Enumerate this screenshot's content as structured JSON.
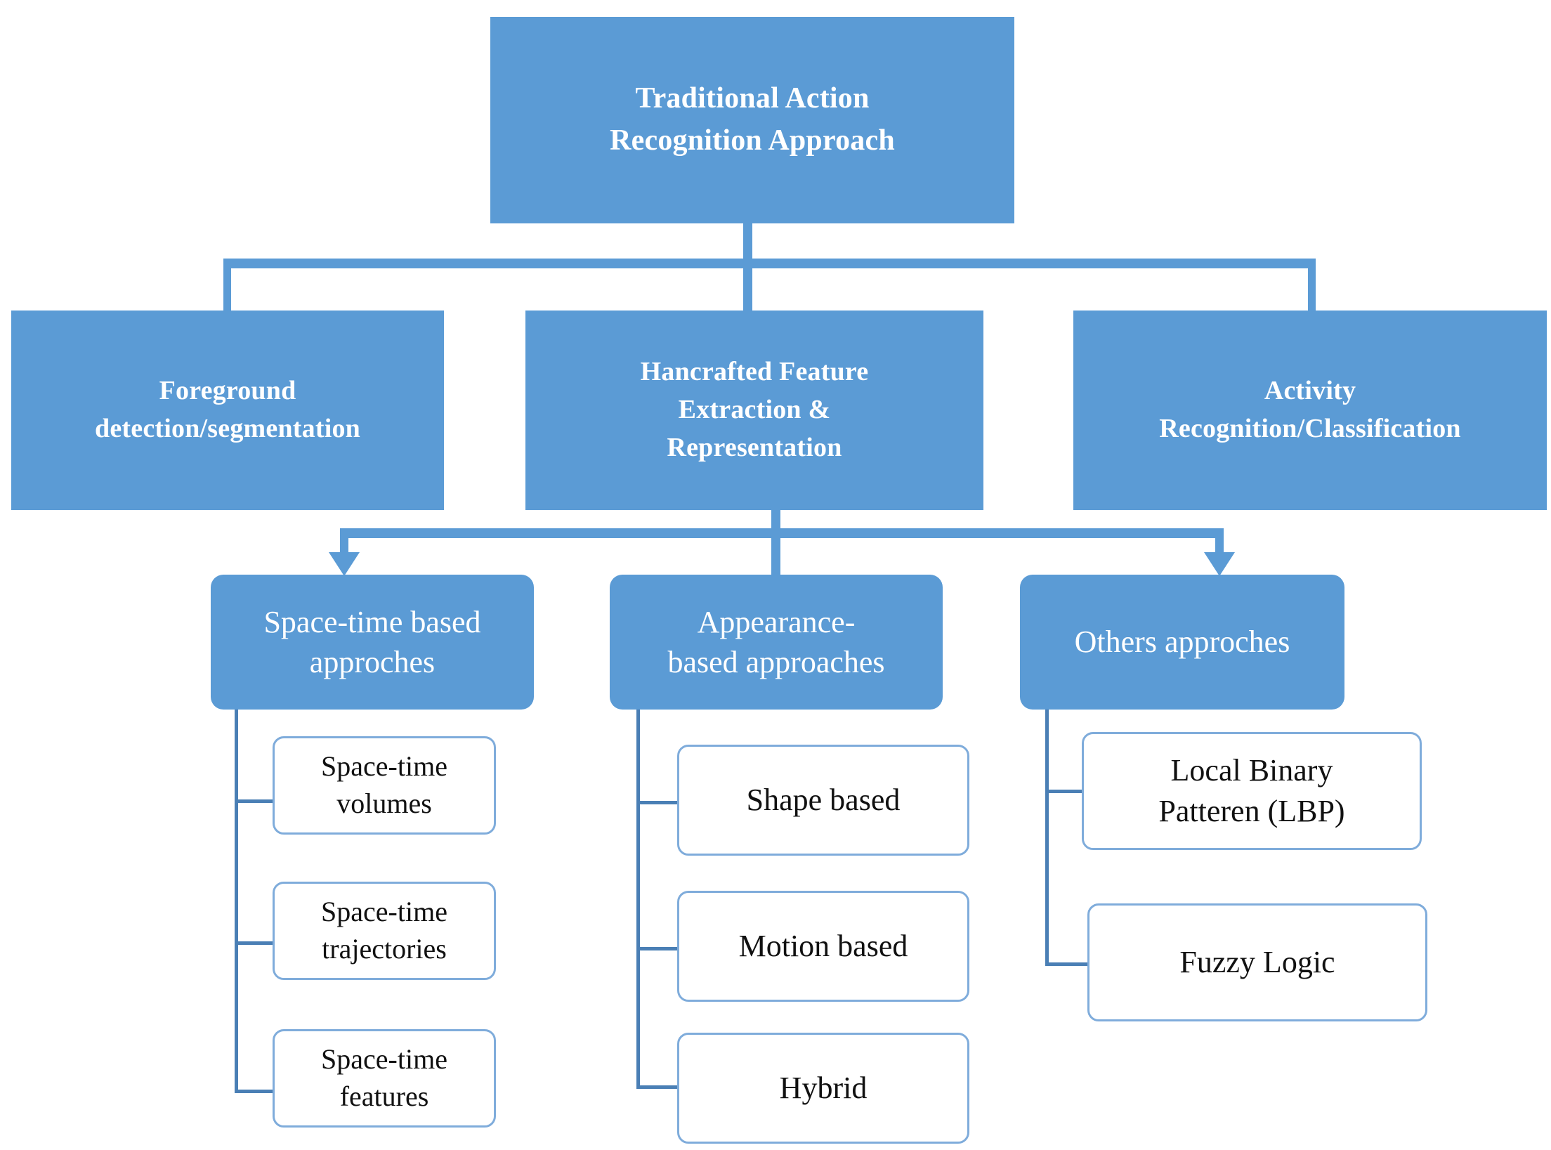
{
  "diagram": {
    "title": "Traditional Action Recognition Approach",
    "type": "hierarchy-tree",
    "colors": {
      "node_fill": "#5B9BD5",
      "node_text": "#FFFFFF",
      "leaf_fill": "#FFFFFF",
      "leaf_border": "#7FACDB",
      "leaf_text": "#111111",
      "connector": "#5B9BD5",
      "connector_thin": "#4A7FB5",
      "background": "#FFFFFF"
    },
    "root": {
      "label": "Traditional Action\nRecognition Approach"
    },
    "level2": [
      {
        "label": "Foreground\ndetection/segmentation"
      },
      {
        "label": "Hancrafted Feature\nExtraction  &\nRepresentation"
      },
      {
        "label": "Activity\nRecognition/Classification"
      }
    ],
    "level3": [
      {
        "label": "Space-time based\napproches"
      },
      {
        "label": "Appearance-\nbased approaches"
      },
      {
        "label": "Others approches"
      }
    ],
    "level4": {
      "space_time": [
        {
          "label": "Space-time\nvolumes"
        },
        {
          "label": "Space-time\ntrajectories"
        },
        {
          "label": "Space-time\nfeatures"
        }
      ],
      "appearance": [
        {
          "label": "Shape based"
        },
        {
          "label": "Motion based"
        },
        {
          "label": "Hybrid"
        }
      ],
      "others": [
        {
          "label": "Local Binary\nPatteren (LBP)"
        },
        {
          "label": "Fuzzy Logic"
        }
      ]
    }
  }
}
